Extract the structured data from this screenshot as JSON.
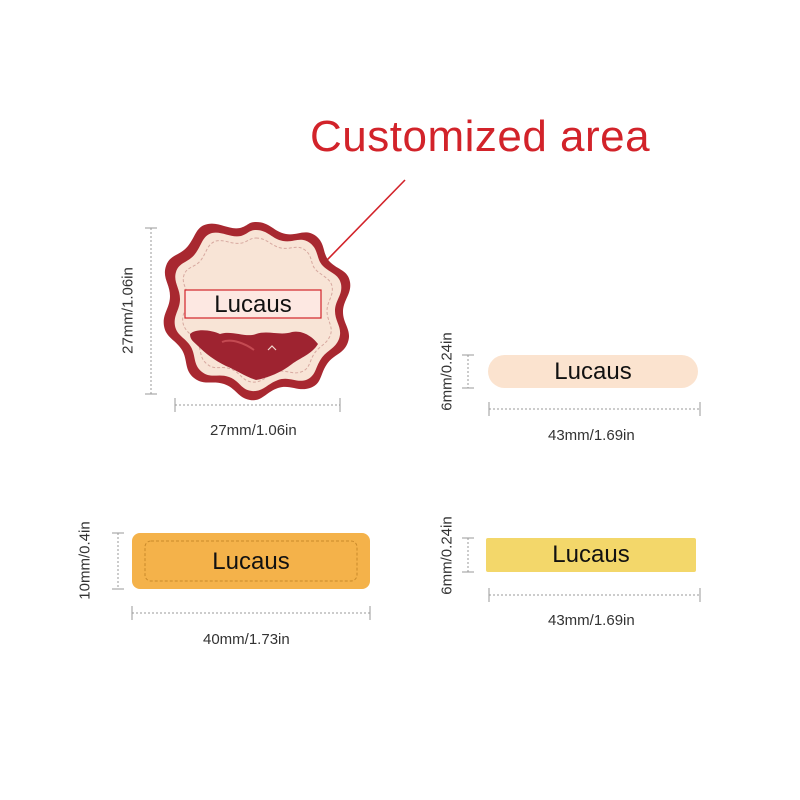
{
  "headline": "Customized area",
  "labels": [
    {
      "name": "Lucaus",
      "width": "27mm/1.06in",
      "height": "27mm/1.06in",
      "fill": "#f8e4d6",
      "border": "#a82830"
    },
    {
      "name": "Lucaus",
      "width": "43mm/1.69in",
      "height": "6mm/0.24in",
      "fill": "#fbe3cf"
    },
    {
      "name": "Lucaus",
      "width": "40mm/1.73in",
      "height": "10mm/0.4in",
      "fill": "#f4b24a"
    },
    {
      "name": "Lucaus",
      "width": "43mm/1.69in",
      "height": "6mm/0.24in",
      "fill": "#f3d76a"
    }
  ],
  "colors": {
    "accent": "#d2232a",
    "dimension_line": "#888888"
  }
}
